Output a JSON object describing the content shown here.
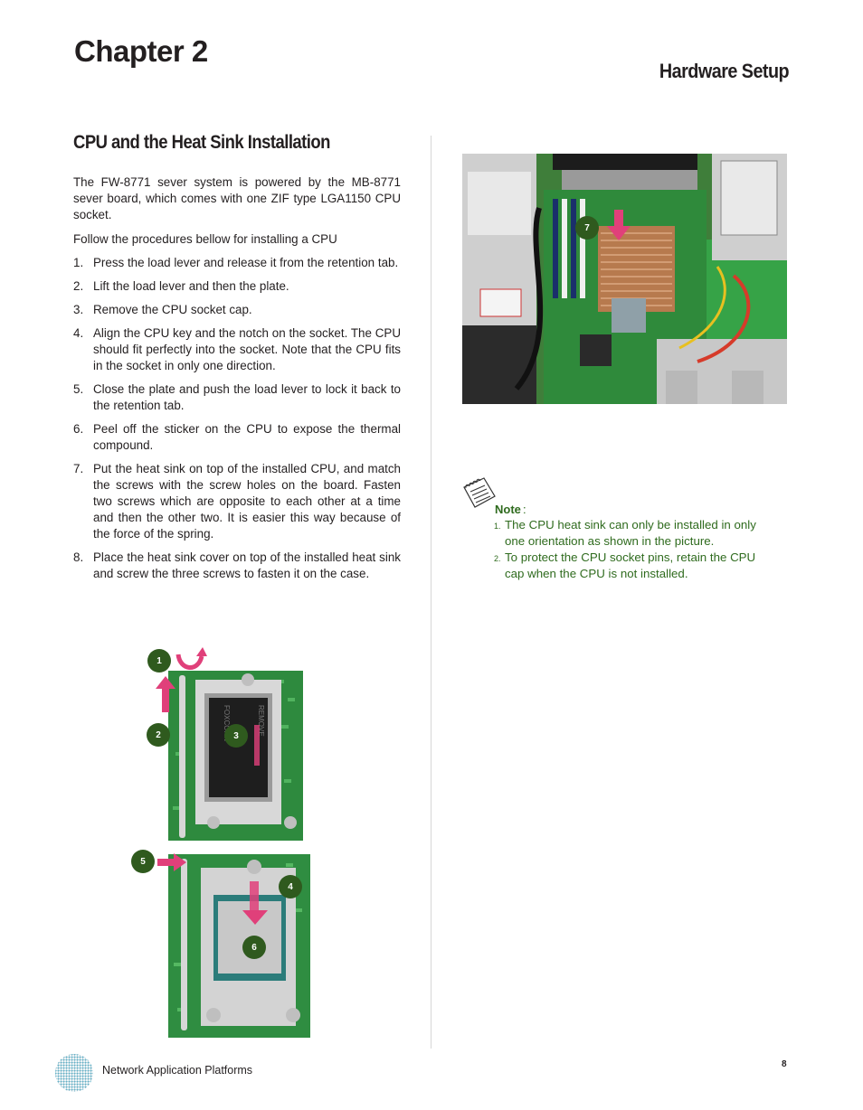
{
  "header": {
    "chapter_title": "Chapter 2",
    "section_title": "Hardware Setup"
  },
  "main": {
    "subsection_title": "CPU and the Heat Sink Installation",
    "intro": "The FW-8771 sever system is powered by the MB-8771 sever board, which comes with one ZIF type LGA1150 CPU socket.",
    "follow": "Follow the procedures bellow for installing a CPU",
    "steps": [
      {
        "num": "1.",
        "text": "Press the load lever and release it from the retention tab."
      },
      {
        "num": "2.",
        "text": "Lift the load lever and then the plate."
      },
      {
        "num": "3.",
        "text": "Remove the CPU socket cap."
      },
      {
        "num": "4.",
        "text": "Align the CPU key and the notch on the socket. The CPU should fit perfectly into the socket. Note that the CPU fits in the socket in only one direction."
      },
      {
        "num": "5.",
        "text": "Close the plate and push the load lever to lock it back to the retention tab."
      },
      {
        "num": "6.",
        "text": "Peel off the sticker on the CPU to expose the thermal compound."
      },
      {
        "num": "7.",
        "text": "Put the heat sink on top of the installed CPU, and match the screws with the screw holes on the board. Fasten two screws which are opposite to each other at a time and then the other two. It is easier this way because of the force of the spring."
      },
      {
        "num": "8.",
        "text": "Place the heat sink cover on top of the installed heat sink and screw the three screws to fasten it on the case."
      }
    ]
  },
  "figures": {
    "markers": [
      "1",
      "2",
      "3",
      "4",
      "5",
      "6",
      "7"
    ],
    "photo_text": {
      "remove_cap": "REMOVE",
      "brand": "FOXCONN"
    }
  },
  "note": {
    "label": "Note",
    "colon": ":",
    "items": [
      {
        "num": "1.",
        "text": "The CPU heat sink can only be installed in only one orientation as  shown in the picture."
      },
      {
        "num": "2.",
        "text": " To protect the CPU socket pins, retain the CPU cap when the CPU is not installed."
      }
    ]
  },
  "footer": {
    "text": "Network Application Platforms",
    "page_number": "8"
  },
  "colors": {
    "note_green": "#2f6b1e",
    "marker_green": "#2f5a1e",
    "arrow_pink": "#e0407a",
    "board_green": "#2e8a3e"
  }
}
